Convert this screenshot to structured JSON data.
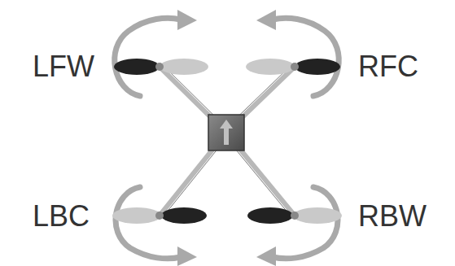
{
  "diagram": {
    "labels": [
      "LFW",
      "RFC",
      "LBC",
      "RBW"
    ]
  }
}
